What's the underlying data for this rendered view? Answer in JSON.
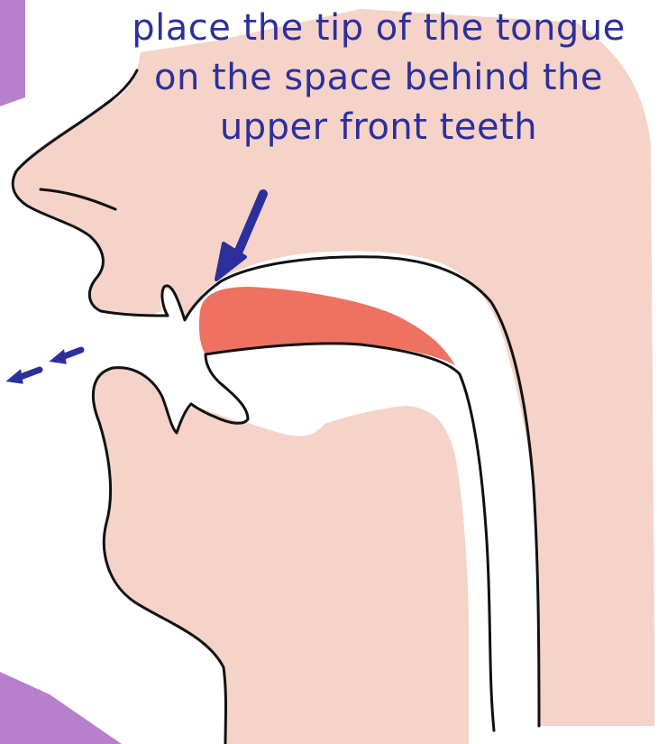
{
  "caption": {
    "line1": "place the tip of the tongue",
    "line2": "on the space behind the",
    "line3": "upper front teeth"
  },
  "colors": {
    "skin": "#f5d3c8",
    "mouth_cavity": "#ffffff",
    "tongue_tip_highlight": "#ee7262",
    "arrow": "#2c2f9c",
    "outline": "#111111",
    "corner_accent": "#b87fcd"
  },
  "icons": {
    "pointer": "arrow-down-left-icon",
    "airflow": "airflow-arrows-icon"
  }
}
